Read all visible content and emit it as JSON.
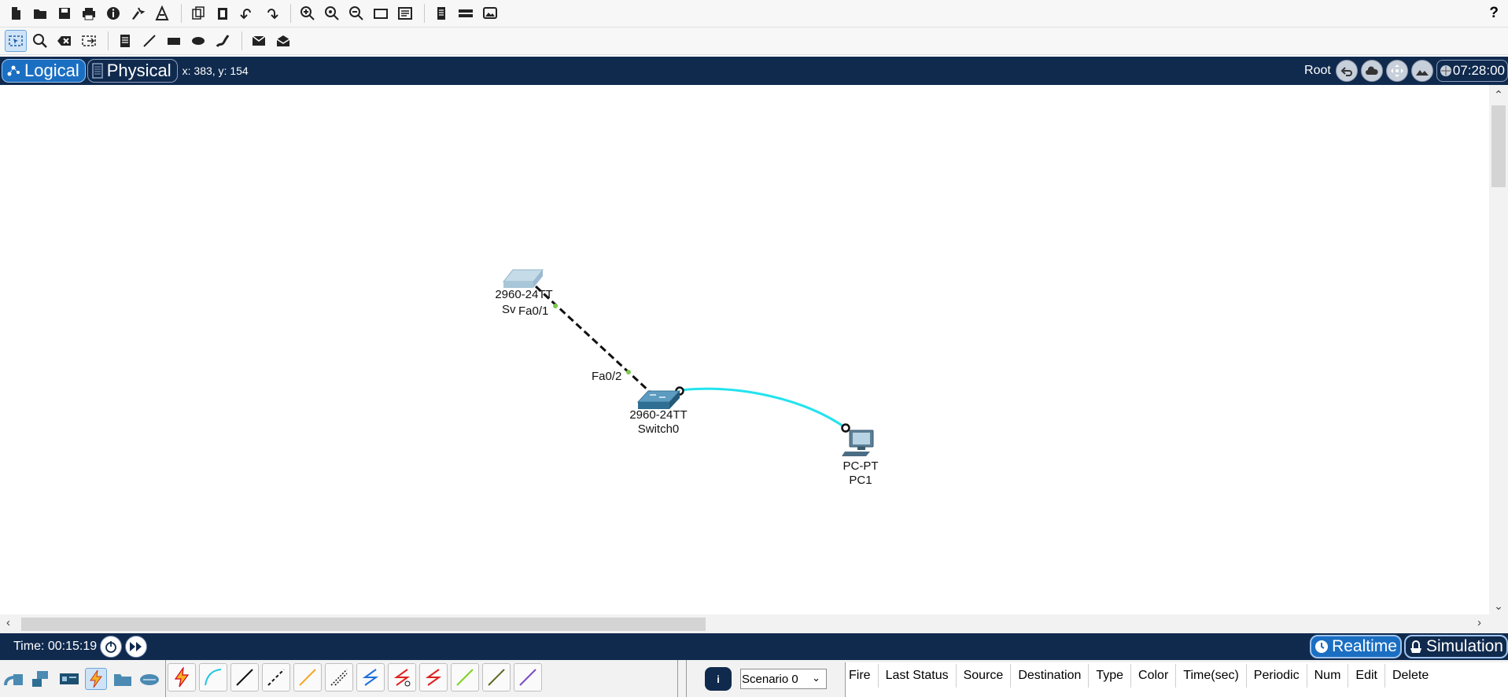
{
  "toolbar_main": {
    "icons": [
      "new-file-icon",
      "open-folder-icon",
      "save-icon",
      "print-icon",
      "info-icon",
      "activity-wizard-icon",
      "network-info-icon",
      "copy-icon",
      "paste-icon",
      "undo-icon",
      "redo-icon",
      "zoom-in-icon",
      "zoom-reset-icon",
      "zoom-out-icon",
      "drawing-palette-icon",
      "custom-devices-icon",
      "view-command-log-icon",
      "cluster-icon",
      "physical-view-icon"
    ],
    "help_label": "?"
  },
  "toolbar_tools": {
    "icons": [
      "select-icon",
      "inspect-icon",
      "delete-icon",
      "resize-shape-icon",
      "place-note-icon",
      "draw-line-icon",
      "draw-rectangle-icon",
      "draw-ellipse-icon",
      "freeform-icon",
      "add-simple-pdu-icon",
      "add-complex-pdu-icon"
    ],
    "active": "select-icon"
  },
  "modebar": {
    "logical_label": "Logical",
    "physical_label": "Physical",
    "coords": "x: 383, y: 154",
    "root_label": "Root",
    "clock": "07:28:00"
  },
  "topology": {
    "devices": [
      {
        "model": "2960-24TT",
        "name": "Sv"
      },
      {
        "model": "2960-24TT",
        "name": "Switch0"
      },
      {
        "model": "PC-PT",
        "name": "PC1"
      }
    ],
    "ports": [
      "Fa0/1",
      "Fa0/2"
    ],
    "links": [
      {
        "type": "crossover",
        "color": "#111111"
      },
      {
        "type": "copper-straight",
        "color": "#22e3ee"
      }
    ],
    "link_status_color": "#7ec850"
  },
  "statusbar": {
    "time_label": "Time: 00:15:19",
    "realtime_label": "Realtime",
    "simulation_label": "Simulation"
  },
  "bottom": {
    "categories": [
      "network-devices-icon",
      "end-devices-icon",
      "components-icon",
      "connections-icon",
      "miscellaneous-icon",
      "multiuser-icon"
    ],
    "active_category": "connections-icon",
    "cables": [
      "automatic-cable-icon",
      "console-cable-icon",
      "copper-straight-icon",
      "copper-cross-icon",
      "fiber-icon",
      "phone-cable-icon",
      "coaxial-icon",
      "serial-dce-icon",
      "serial-dte-icon",
      "octal-cable-icon",
      "iot-cable-icon",
      "usb-cable-icon"
    ],
    "info_label": "i",
    "scenario": "Scenario 0",
    "pdu_columns": [
      "Fire",
      "Last Status",
      "Source",
      "Destination",
      "Type",
      "Color",
      "Time(sec)",
      "Periodic",
      "Num",
      "Edit",
      "Delete"
    ]
  }
}
